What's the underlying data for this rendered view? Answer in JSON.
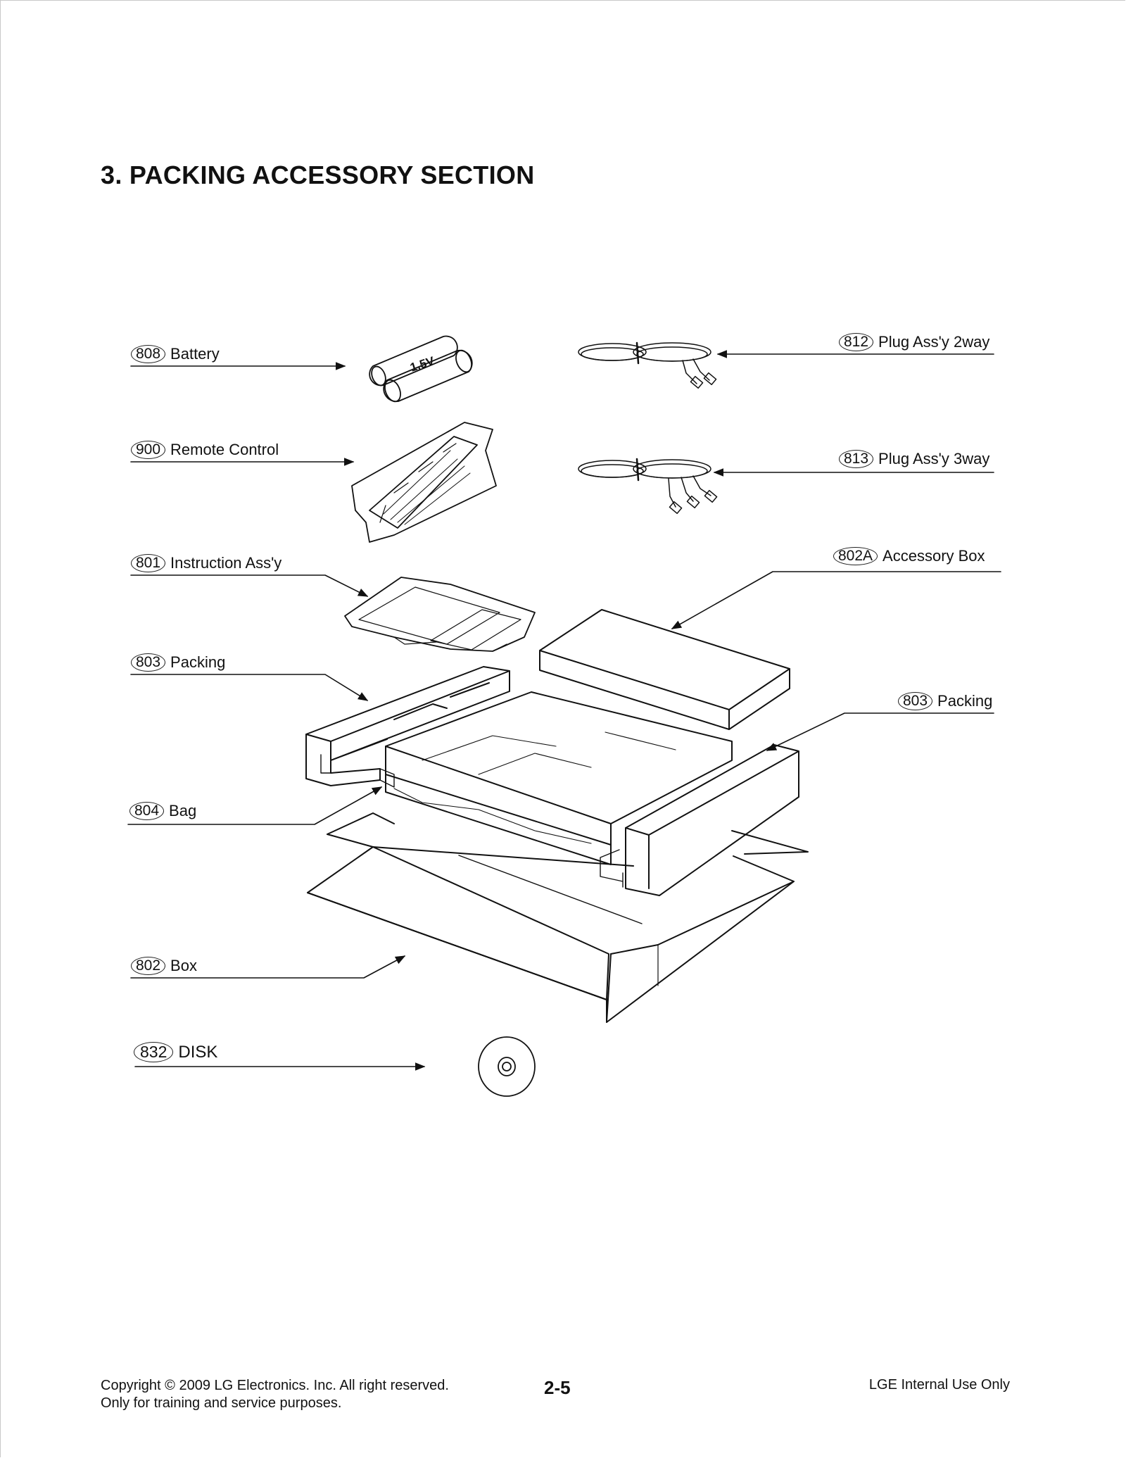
{
  "title": "3. PACKING ACCESSORY SECTION",
  "callouts": {
    "c808": {
      "num": "808",
      "label": "Battery"
    },
    "c900": {
      "num": "900",
      "label": "Remote Control"
    },
    "c801": {
      "num": "801",
      "label": "Instruction Ass'y"
    },
    "c803a": {
      "num": "803",
      "label": "Packing"
    },
    "c804": {
      "num": "804",
      "label": "Bag"
    },
    "c802": {
      "num": "802",
      "label": "Box"
    },
    "c832": {
      "num": "832",
      "label": "DISK"
    },
    "c812": {
      "num": "812",
      "label": "Plug Ass'y 2way"
    },
    "c813": {
      "num": "813",
      "label": "Plug Ass'y 3way"
    },
    "c802a": {
      "num": "802A",
      "label": "Accessory Box"
    },
    "c803b": {
      "num": "803",
      "label": "Packing"
    }
  },
  "battery_text": "1.5V",
  "footer": {
    "copyright": "Copyright © 2009 LG Electronics. Inc. All right reserved.",
    "purpose": "Only for training and service purposes.",
    "page_number": "2-5",
    "internal": "LGE Internal Use Only"
  }
}
